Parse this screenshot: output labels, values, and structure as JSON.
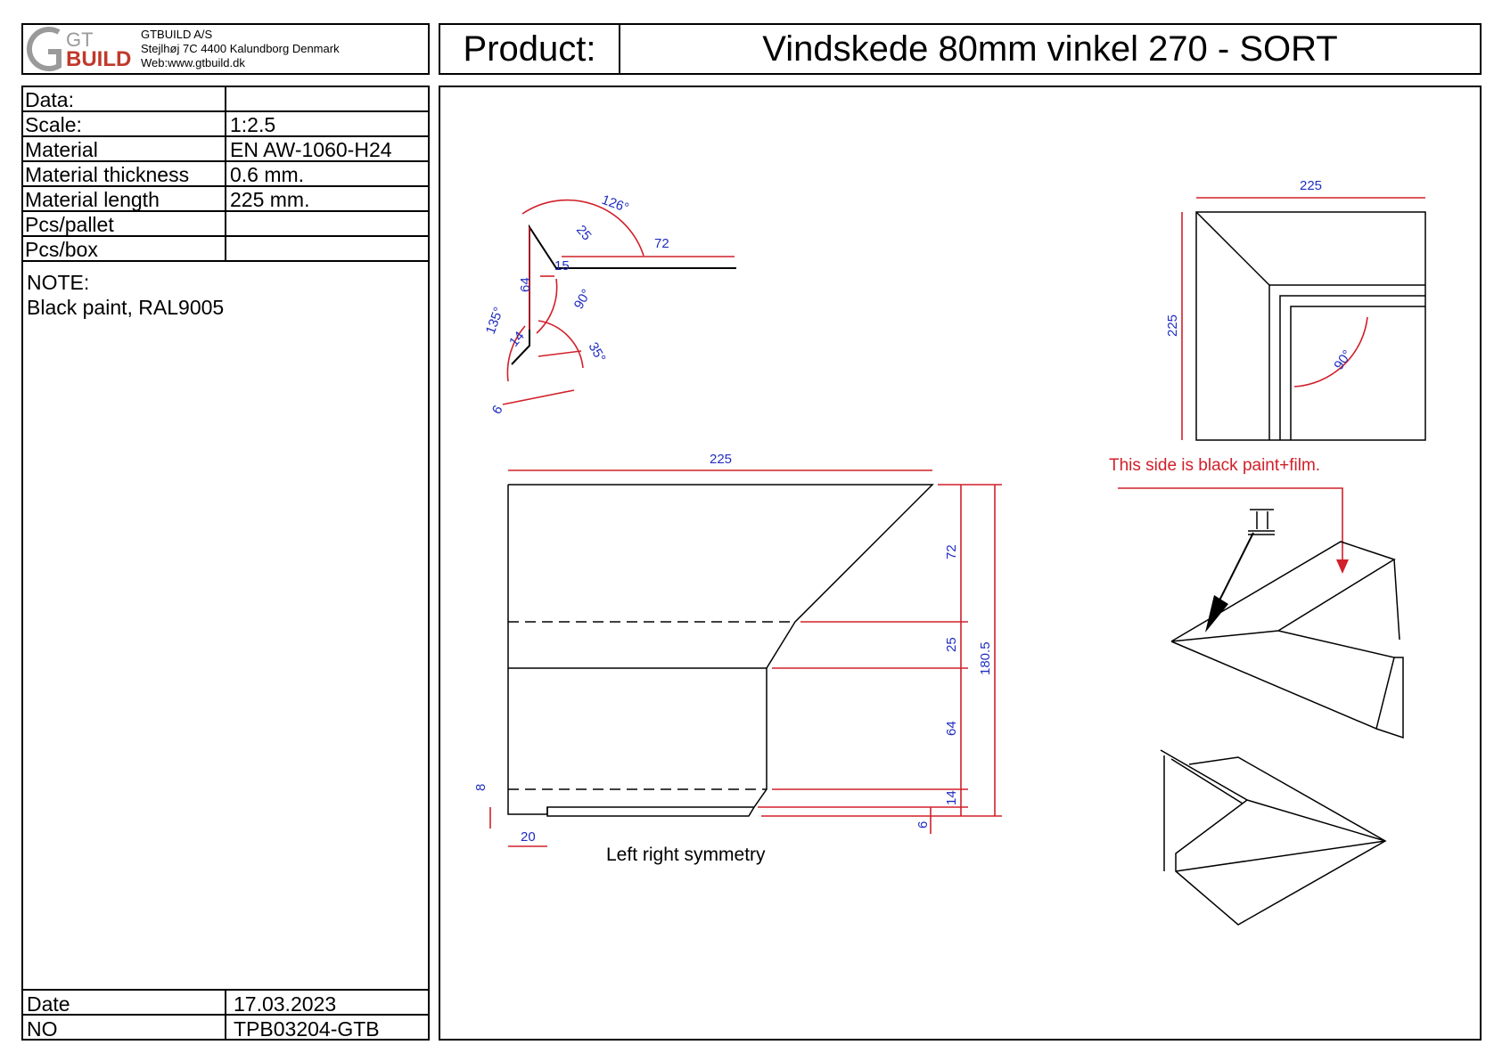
{
  "company": {
    "logo_top": "GT",
    "logo_bottom": "BUILD",
    "name": "GTBUILD A/S",
    "address": "Stejlhøj 7C 4400 Kalundborg Denmark",
    "web": "Web:www.gtbuild.dk"
  },
  "product": {
    "label": "Product:",
    "name": "Vindskede 80mm vinkel 270 - SORT"
  },
  "info_rows": [
    {
      "key": "Data:",
      "value": ""
    },
    {
      "key": "Scale:",
      "value": "1:2.5"
    },
    {
      "key": "Material",
      "value": "EN AW-1060-H24"
    },
    {
      "key": "Material thickness",
      "value": "0.6 mm."
    },
    {
      "key": "Material length",
      "value": "225 mm."
    },
    {
      "key": "Pcs/pallet",
      "value": ""
    },
    {
      "key": "Pcs/box",
      "value": ""
    }
  ],
  "note": {
    "title": "NOTE:",
    "text": "Black paint, RAL9005"
  },
  "footer": {
    "date_label": "Date",
    "date_value": "17.03.2023",
    "no_label": "NO",
    "no_value": "TPB03204-GTB"
  },
  "drawing": {
    "profile_dims": {
      "a126": "126°",
      "d25": "25",
      "d72": "72",
      "d15": "15",
      "d64": "64",
      "a90": "90°",
      "a135": "135°",
      "d14": "14",
      "a35": "35°",
      "d6": "6"
    },
    "top_view": {
      "w": "225",
      "h": "225",
      "angle": "90°"
    },
    "film_note": "This side is black paint+film.",
    "flat": {
      "width": "225",
      "d72": "72",
      "d25": "25",
      "d64": "64",
      "d14": "14",
      "d6": "6",
      "total": "180.5",
      "d8": "8",
      "d20": "20"
    },
    "symmetry_note": "Left right symmetry",
    "colors": {
      "dimension": "#1f2dbf",
      "dimension_line": "#d0202a",
      "logo_grey": "#9a9a9a",
      "logo_red": "#c0392b"
    }
  }
}
